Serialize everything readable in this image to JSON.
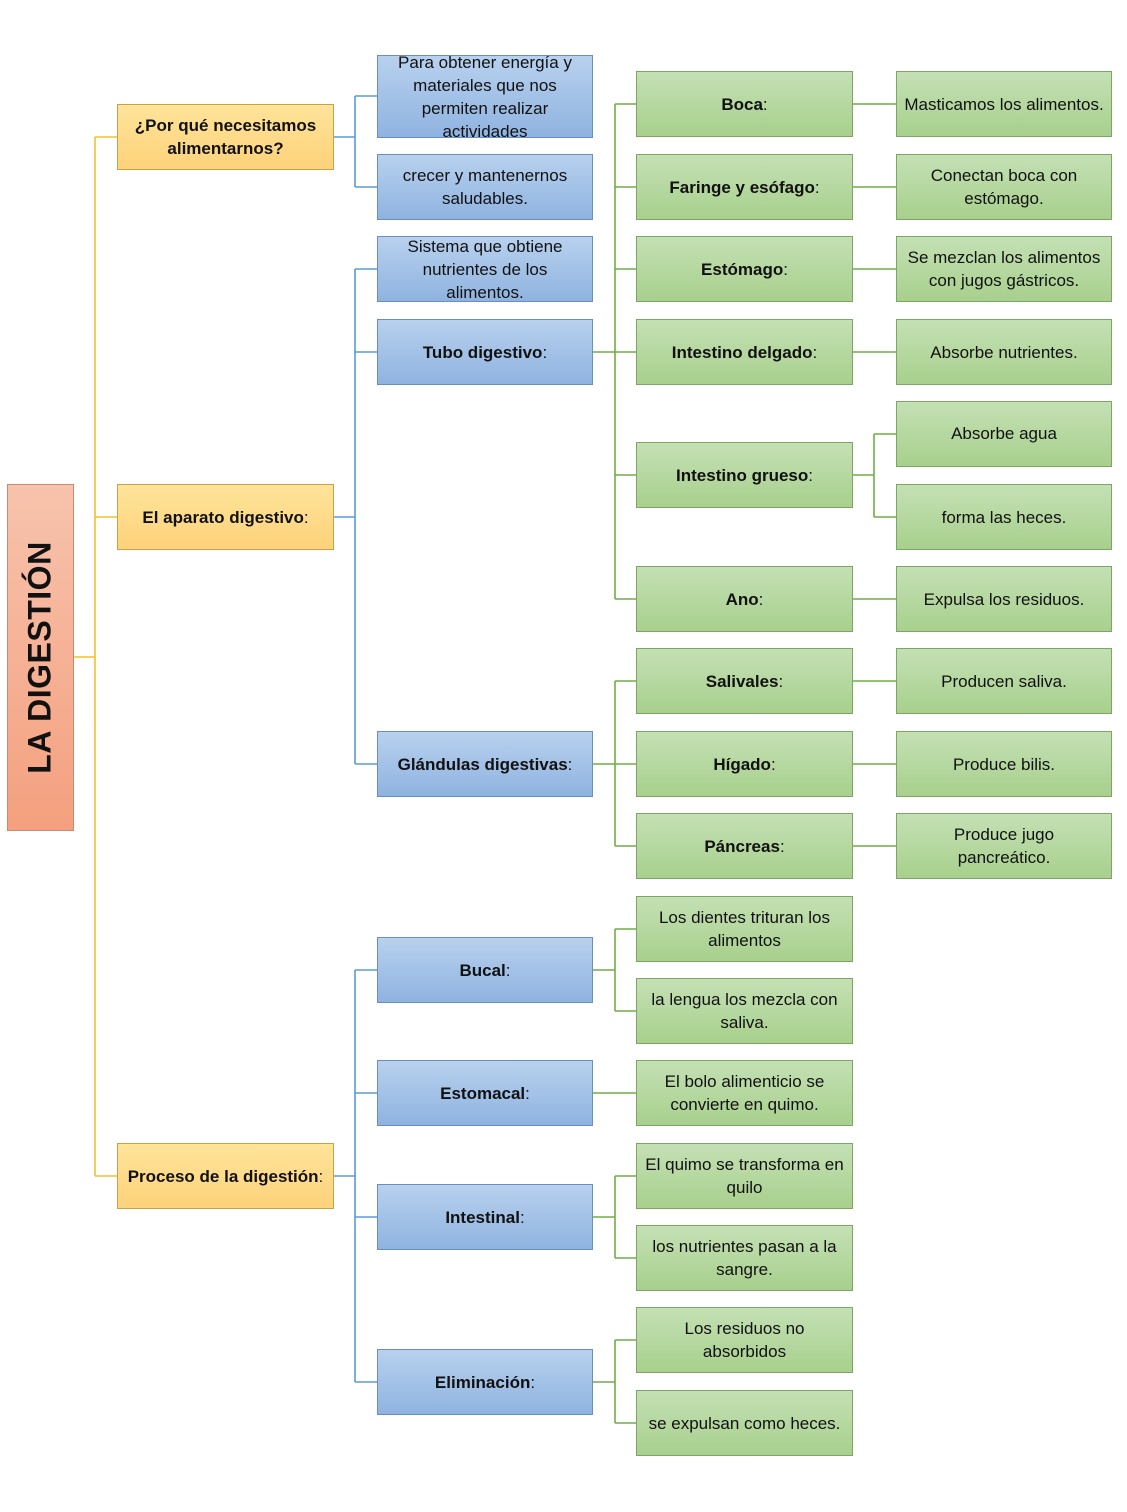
{
  "title": "LA DIGESTIÓN",
  "sections": [
    {
      "label": "¿Por qué necesitamos alimentarnos?"
    },
    {
      "label": "El aparato digestivo",
      "suffix": ":"
    },
    {
      "label": "Proceso de la digestión",
      "suffix": ":"
    }
  ],
  "why": [
    "Para obtener energía y materiales que nos permiten realizar actividades",
    "crecer y mantenernos saludables."
  ],
  "system": {
    "definition": "Sistema que obtiene nutrientes de los alimentos.",
    "tube": {
      "label": "Tubo digestivo",
      "suffix": ":"
    },
    "glands": {
      "label": "Glándulas digestivas",
      "suffix": ":"
    }
  },
  "tube_parts": [
    {
      "label": "Boca",
      "suffix": ":",
      "desc": [
        "Masticamos los alimentos."
      ]
    },
    {
      "label": "Faringe y esófago",
      "suffix": ":",
      "desc": [
        "Conectan boca con estómago."
      ]
    },
    {
      "label": "Estómago",
      "suffix": ":",
      "desc": [
        "Se mezclan los alimentos con jugos gástricos."
      ]
    },
    {
      "label": "Intestino delgado",
      "suffix": ":",
      "desc": [
        "Absorbe nutrientes."
      ]
    },
    {
      "label": "Intestino grueso",
      "suffix": ":",
      "desc": [
        "Absorbe agua",
        "forma las heces."
      ]
    },
    {
      "label": "Ano",
      "suffix": ":",
      "desc": [
        "Expulsa los residuos."
      ]
    }
  ],
  "glands_parts": [
    {
      "label": "Salivales",
      "suffix": ":",
      "desc": [
        "Producen saliva."
      ]
    },
    {
      "label": "Hígado",
      "suffix": ":",
      "desc": [
        "Produce bilis."
      ]
    },
    {
      "label": "Páncreas",
      "suffix": ":",
      "desc": [
        "Produce jugo pancreático."
      ]
    }
  ],
  "process": [
    {
      "label": "Bucal",
      "suffix": ":",
      "desc": [
        "Los dientes trituran los alimentos",
        "la lengua los mezcla con saliva."
      ]
    },
    {
      "label": "Estomacal",
      "suffix": ":",
      "desc": [
        "El bolo alimenticio se convierte en quimo."
      ]
    },
    {
      "label": "Intestinal",
      "suffix": ":",
      "desc": [
        "El quimo se transforma en quilo",
        "los nutrientes pasan a la sangre."
      ]
    },
    {
      "label": "Eliminación",
      "suffix": ":",
      "desc": [
        "Los residuos no absorbidos",
        "se expulsan como heces."
      ]
    }
  ],
  "colors": {
    "root_line": "#f2c12e",
    "blue_line": "#5b9bd5",
    "green_line": "#70ad47"
  }
}
